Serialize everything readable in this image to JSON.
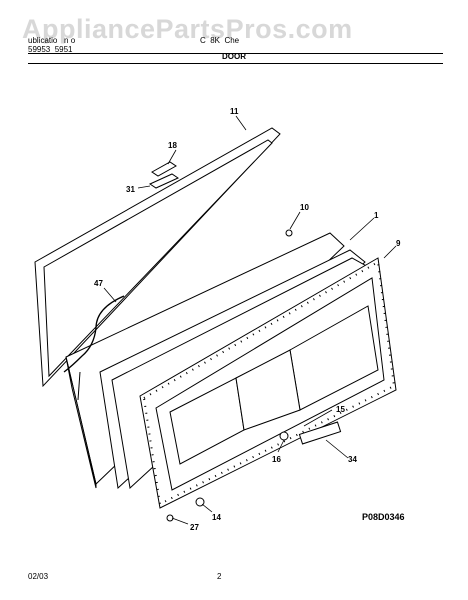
{
  "watermark": "AppliancePartsPros.com",
  "header": {
    "line1_left": "ublicatio   n o",
    "line1_right": "C  8K  Che",
    "line2_left": "59953  5951"
  },
  "title": "DOOR",
  "callouts": {
    "c11": "11",
    "c18": "18",
    "c31": "31",
    "c10": "10",
    "c1": "1",
    "c9": "9",
    "c47": "47",
    "c15": "15",
    "c16": "16",
    "c34": "34",
    "c14": "14",
    "c27": "27"
  },
  "diagram_id": "P08D0346",
  "footer": {
    "date": "02/03",
    "page": "2"
  }
}
